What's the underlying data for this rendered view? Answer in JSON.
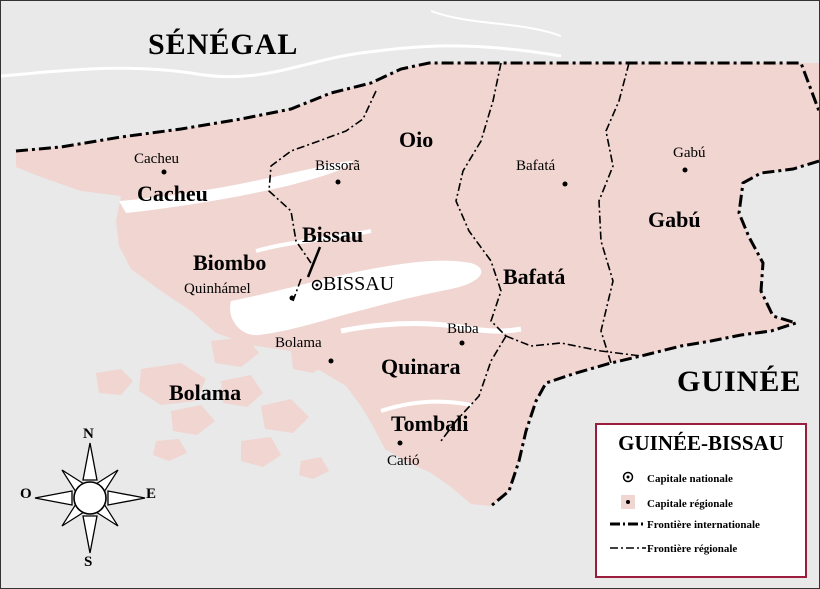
{
  "countries": {
    "north": "SÉNÉGAL",
    "southeast": "GUINÉE"
  },
  "regions": {
    "oio": "Oio",
    "cacheu": "Cacheu",
    "bissau": "Bissau",
    "biombo": "Biombo",
    "bafata": "Bafatá",
    "gabu": "Gabú",
    "bolama": "Bolama",
    "quinara": "Quinara",
    "tombali": "Tombali"
  },
  "cities": {
    "cacheu": "Cacheu",
    "bissora": "Bissorã",
    "bafata": "Bafatá",
    "gabu": "Gabú",
    "quinhamel": "Quinhámel",
    "bissau": "BISSAU",
    "buba": "Buba",
    "bolama": "Bolama",
    "catio": "Catió"
  },
  "compass": {
    "n": "N",
    "s": "S",
    "e": "E",
    "w": "O"
  },
  "legend": {
    "title": "GUINÉE-BISSAU",
    "national_capital": "Capitale nationale",
    "regional_capital": "Capitale régionale",
    "international_border": "Frontière internationale",
    "regional_border": "Frontière régionale"
  },
  "colors": {
    "land_country": "#f0d5d1",
    "land_neighbor": "#e9e9e9",
    "water": "#ffffff",
    "legend_border": "#9b1d3e"
  }
}
